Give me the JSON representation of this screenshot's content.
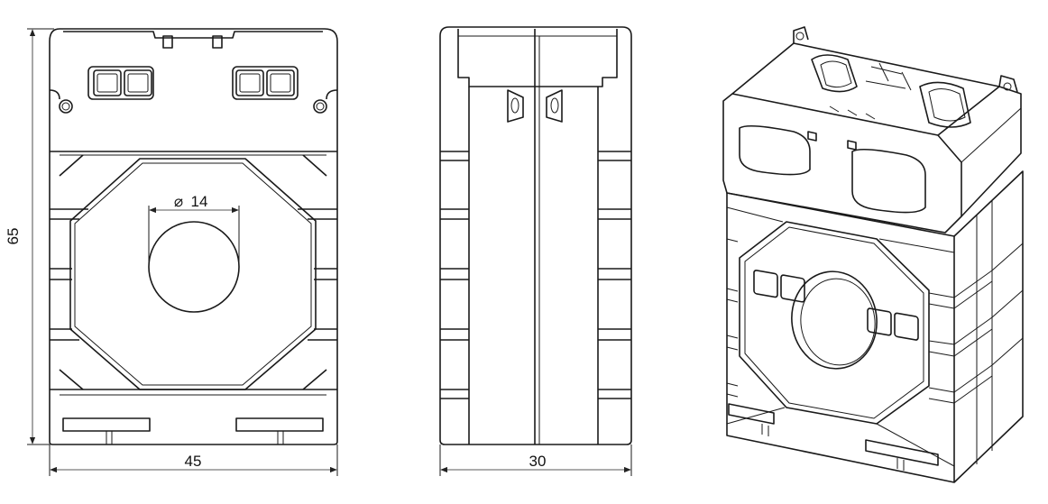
{
  "dimensions": {
    "height_label": "65",
    "width_label": "45",
    "depth_label": "30",
    "hole_label": "14",
    "hole_symbol": "⌀"
  },
  "views": {
    "front": "front-view",
    "side": "side-view",
    "iso": "isometric-view"
  },
  "colors": {
    "line": "#1a1a1a",
    "background": "#ffffff"
  }
}
